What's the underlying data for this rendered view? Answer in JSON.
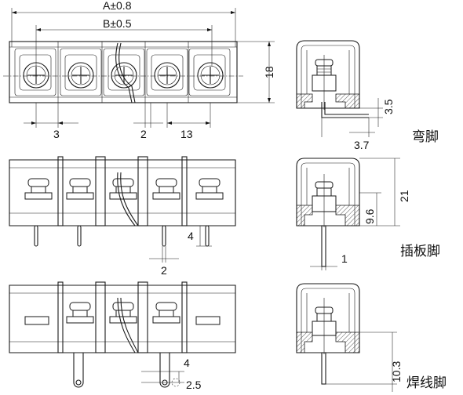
{
  "dimensions": {
    "overall_length": "A±0.8",
    "pitch_tolerance": "B±0.5",
    "height_18": "18",
    "dim_3": "3",
    "dim_2_top": "2",
    "pitch_13": "13",
    "bend_3_5": "3.5",
    "bend_3_7": "3.7",
    "height_21": "21",
    "height_9_6": "9.6",
    "pin_4_mid": "4",
    "pin_2_mid": "2",
    "pin_1": "1",
    "pin_4_bot": "4",
    "hole_2_5": "2.5",
    "wire_10_3": "10.3"
  },
  "labels": {
    "bent_pin": "弯脚",
    "pcb_pin": "插板脚",
    "solder_pin": "焊线脚"
  },
  "diagram": {
    "positions": 5
  }
}
